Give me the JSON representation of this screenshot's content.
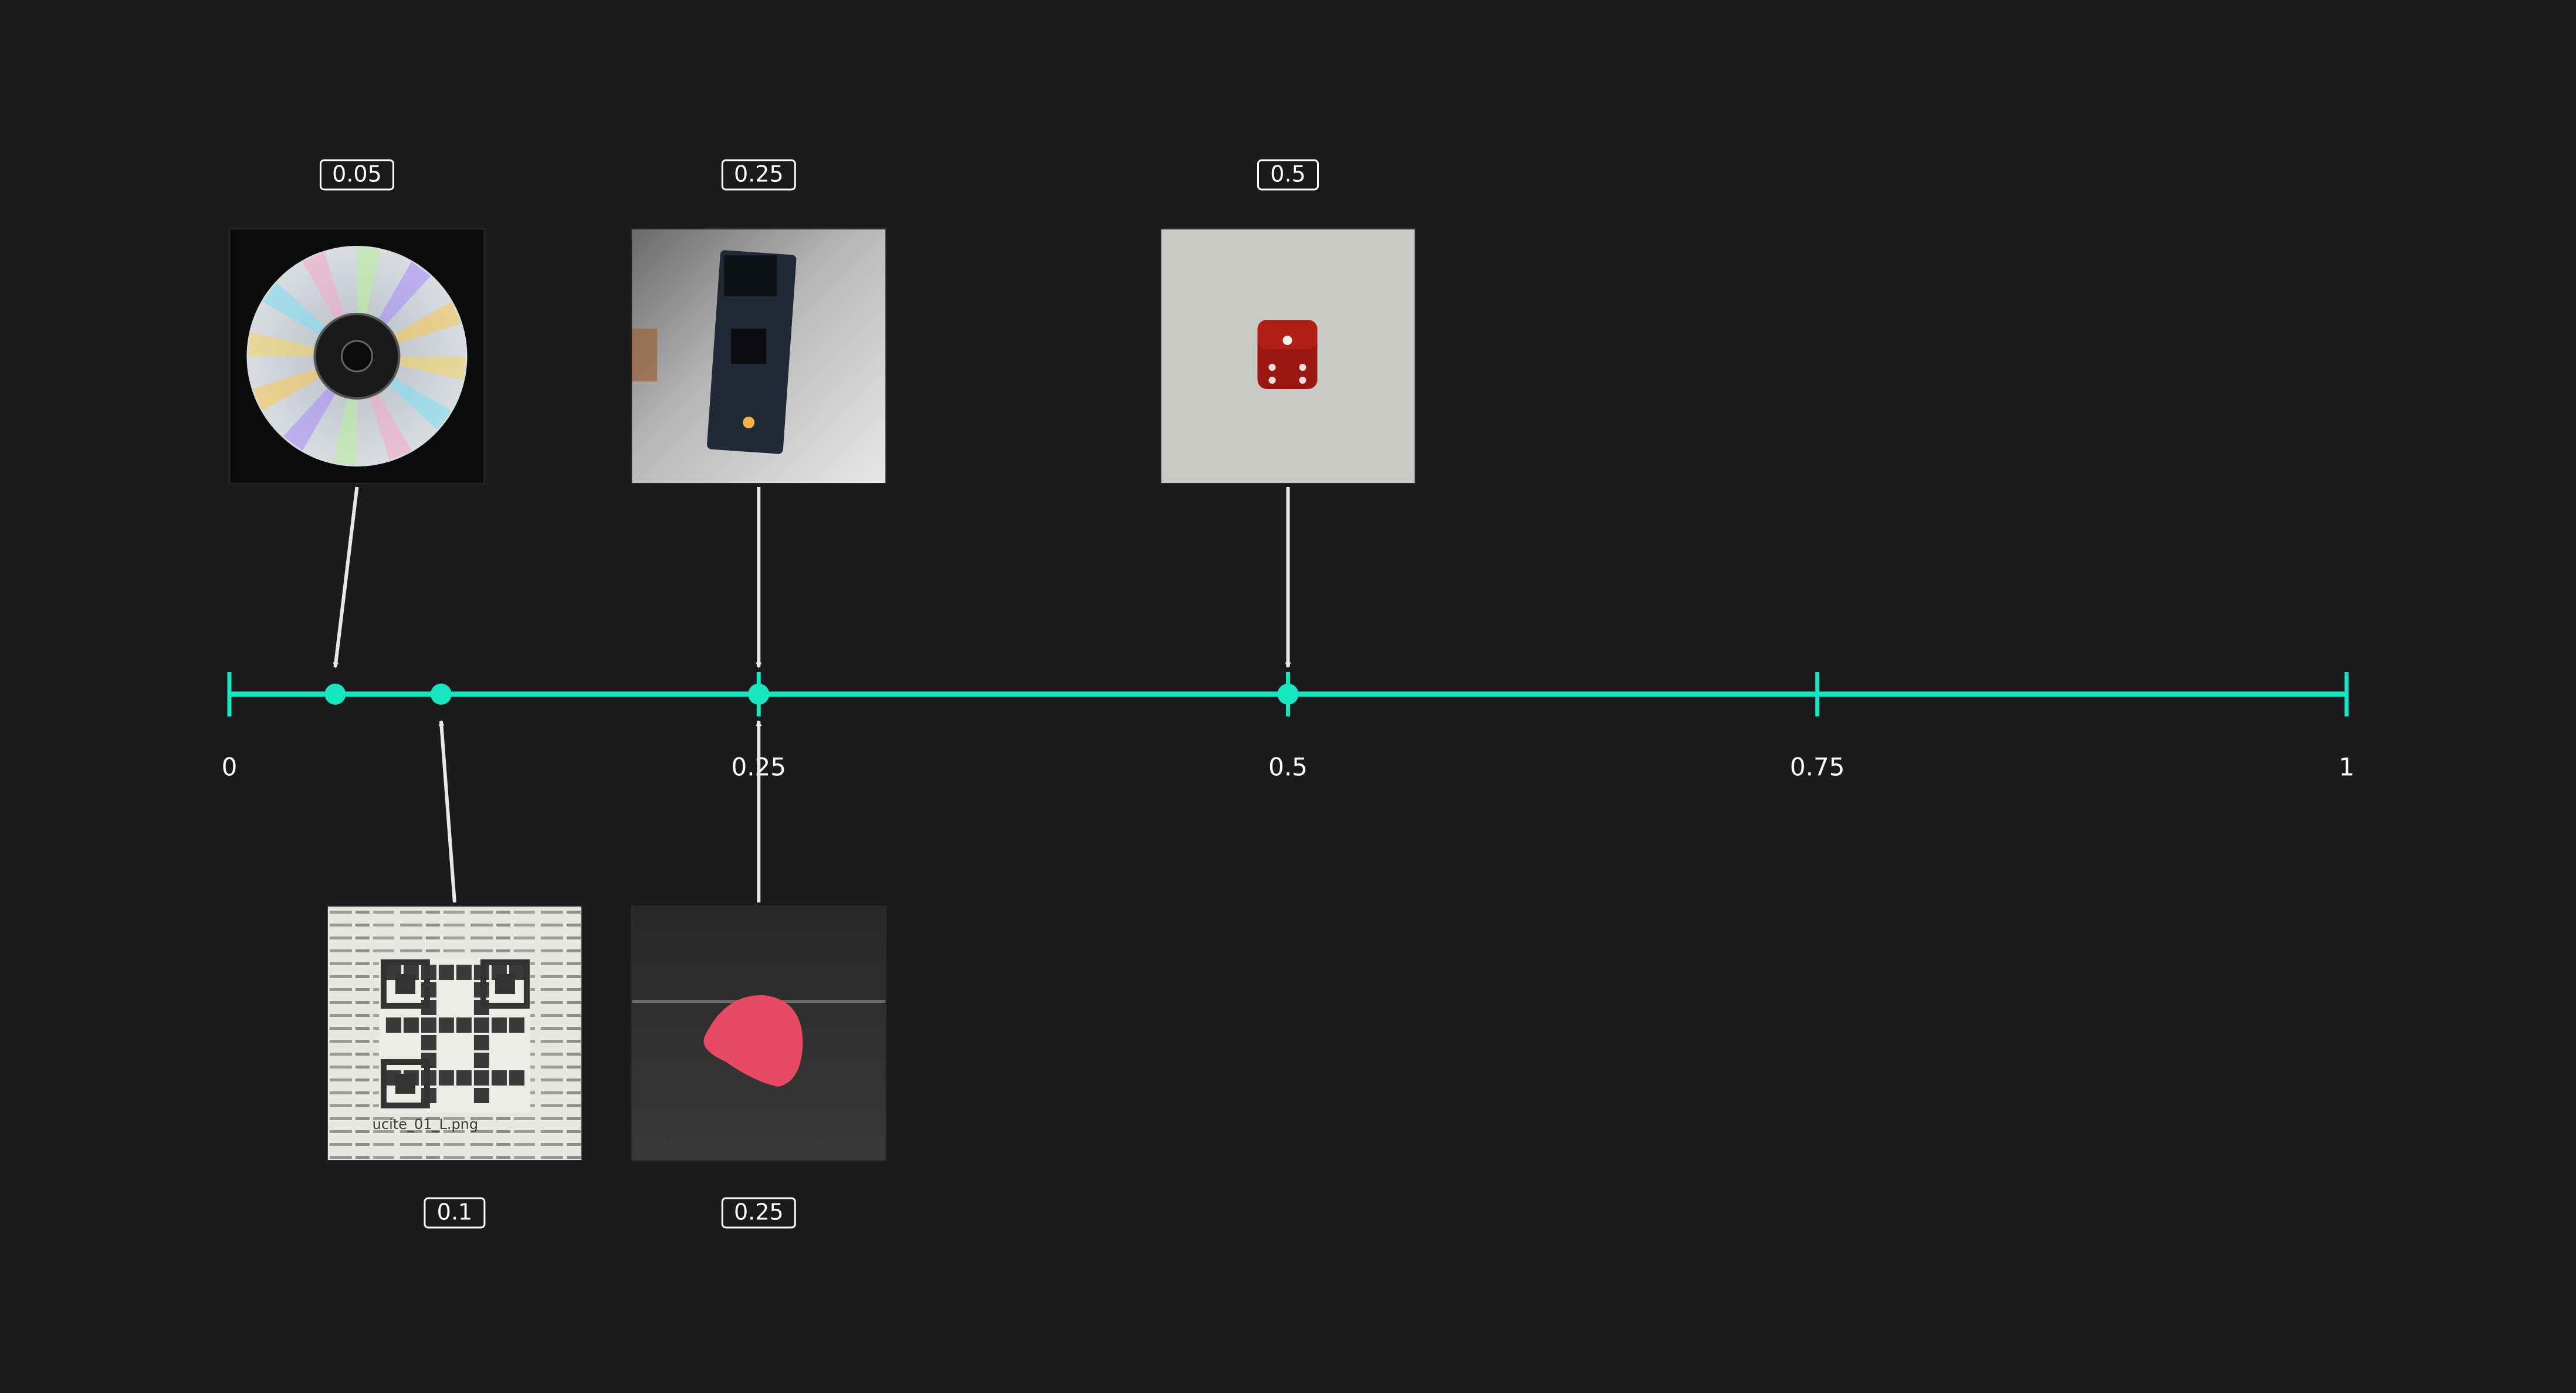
{
  "colors": {
    "background": "#1b1b1d",
    "axis": "#17e6c0",
    "label": "#ffffff",
    "arrow": "#e8e8e8"
  },
  "axis": {
    "min": 0,
    "max": 1,
    "ticks": [
      {
        "value": 0,
        "label": "0"
      },
      {
        "value": 0.25,
        "label": "0.25"
      },
      {
        "value": 0.5,
        "label": "0.5"
      },
      {
        "value": 0.75,
        "label": "0.75"
      },
      {
        "value": 1,
        "label": "1"
      }
    ]
  },
  "items": [
    {
      "id": "cd",
      "value": 0.05,
      "label": "0.05",
      "side": "top",
      "thumbnail": "cd-disc",
      "caption": ""
    },
    {
      "id": "board",
      "value": 0.25,
      "label": "0.25",
      "side": "top",
      "thumbnail": "circuit-board",
      "caption": ""
    },
    {
      "id": "die",
      "value": 0.5,
      "label": "0.5",
      "side": "top",
      "thumbnail": "red-die",
      "caption": ""
    },
    {
      "id": "qr",
      "value": 0.1,
      "label": "0.1",
      "side": "bottom",
      "thumbnail": "qr-document",
      "caption": "ucite_01_L.png"
    },
    {
      "id": "blob",
      "value": 0.25,
      "label": "0.25",
      "side": "bottom",
      "thumbnail": "red-blob",
      "caption": ""
    }
  ]
}
